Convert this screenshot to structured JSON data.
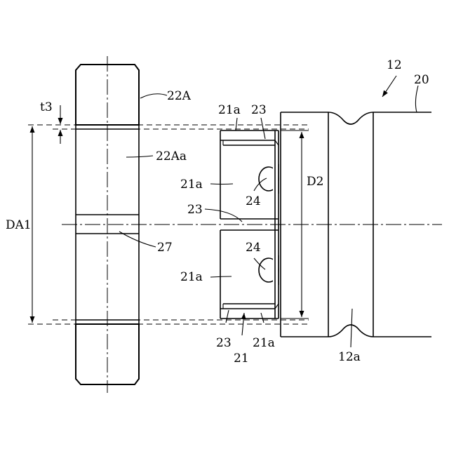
{
  "labels": {
    "part_12": "12",
    "part_20": "20",
    "part_22A": "22A",
    "t3": "t3",
    "part_21a_top": "21a",
    "part_23_top": "23",
    "part_22Aa": "22Aa",
    "part_21a_upper": "21a",
    "D2": "D2",
    "part_24_upper": "24",
    "DA1": "DA1",
    "part_23_mid": "23",
    "part_27": "27",
    "part_24_lower": "24",
    "part_21a_lower": "21a",
    "part_23_bottom": "23",
    "part_21a_bottom": "21a",
    "part_21": "21",
    "part_12a": "12a"
  }
}
